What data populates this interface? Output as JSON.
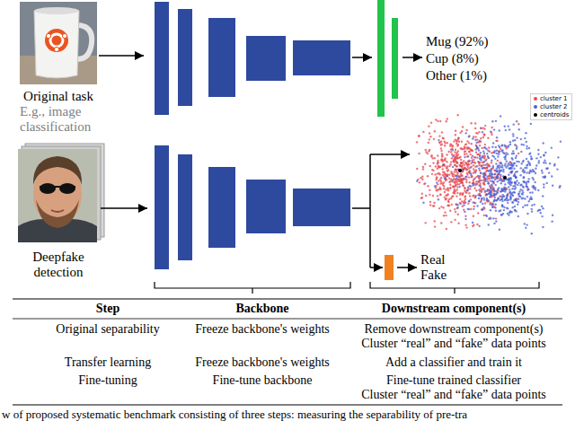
{
  "diagram": {
    "caption": "w of proposed systematic benchmark consisting of three steps: measuring the separability of pre-tra",
    "labels": [
      "Original task",
      "E.g., image classification",
      "Mug (92%)",
      "Cup (8%)",
      "Other (1%)",
      "Deepfake detection",
      "Real",
      "Fake",
      "Step",
      "Backbone",
      "Downstream component(s)",
      "Original separability",
      "Freeze backbone's weights",
      "Remove downstream component(s)",
      "Cluster “real” and “fake” data points",
      "Transfer learning",
      "Freeze backbone's weights",
      "Add a classifier and train it",
      "Fine-tuning",
      "Fine-tune backbone",
      "Fine-tune trained classifier",
      "Cluster “real” and “fake” data points"
    ],
    "legend": [
      {
        "text": "cluster 1",
        "color": "#e8474d"
      },
      {
        "text": "cluster 2",
        "color": "#4b5fd6"
      },
      {
        "text": "centroids",
        "color": "#000000"
      }
    ]
  }
}
